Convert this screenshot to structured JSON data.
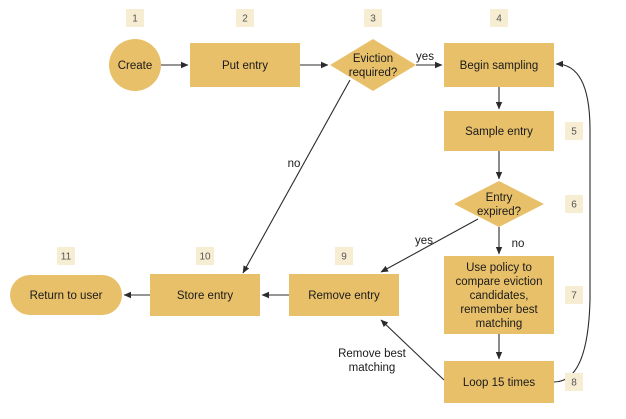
{
  "colors": {
    "node_fill": "#e8c06a",
    "step_badge_fill": "#f7edd3",
    "edge_stroke": "#2b2b2b",
    "text": "#1a1a1a"
  },
  "nodes": [
    {
      "id": "create",
      "shape": "circle",
      "label": [
        "Create"
      ],
      "step": "1"
    },
    {
      "id": "put-entry",
      "shape": "rect",
      "label": [
        "Put entry"
      ],
      "step": "2"
    },
    {
      "id": "eviction-required",
      "shape": "diamond",
      "label": [
        "Eviction",
        "required?"
      ],
      "step": "3"
    },
    {
      "id": "begin-sampling",
      "shape": "rect",
      "label": [
        "Begin sampling"
      ],
      "step": "4"
    },
    {
      "id": "sample-entry",
      "shape": "rect",
      "label": [
        "Sample entry"
      ],
      "step": "5"
    },
    {
      "id": "entry-expired",
      "shape": "diamond",
      "label": [
        "Entry",
        "expired?"
      ],
      "step": "6"
    },
    {
      "id": "use-policy",
      "shape": "rect",
      "label": [
        "Use policy to",
        "compare eviction",
        "candidates,",
        "remember best",
        "matching"
      ],
      "step": "7"
    },
    {
      "id": "loop-15-times",
      "shape": "rect",
      "label": [
        "Loop 15 times"
      ],
      "step": "8"
    },
    {
      "id": "remove-entry",
      "shape": "rect",
      "label": [
        "Remove entry"
      ],
      "step": "9"
    },
    {
      "id": "store-entry",
      "shape": "rect",
      "label": [
        "Store entry"
      ],
      "step": "10"
    },
    {
      "id": "return-to-user",
      "shape": "stadium",
      "label": [
        "Return to user"
      ],
      "step": "11"
    }
  ],
  "edges": [
    {
      "id": "create-to-put",
      "label": []
    },
    {
      "id": "put-to-eviction",
      "label": []
    },
    {
      "id": "eviction-yes",
      "label": [
        "yes"
      ]
    },
    {
      "id": "eviction-no",
      "label": [
        "no"
      ]
    },
    {
      "id": "begin-to-sample",
      "label": []
    },
    {
      "id": "sample-to-expired",
      "label": []
    },
    {
      "id": "expired-yes",
      "label": [
        "yes"
      ]
    },
    {
      "id": "expired-no",
      "label": [
        "no"
      ]
    },
    {
      "id": "policy-to-loop",
      "label": []
    },
    {
      "id": "loop-back",
      "label": []
    },
    {
      "id": "loop-to-remove",
      "label": [
        "Remove best",
        "matching"
      ]
    },
    {
      "id": "remove-to-store",
      "label": []
    },
    {
      "id": "store-to-return",
      "label": []
    }
  ]
}
